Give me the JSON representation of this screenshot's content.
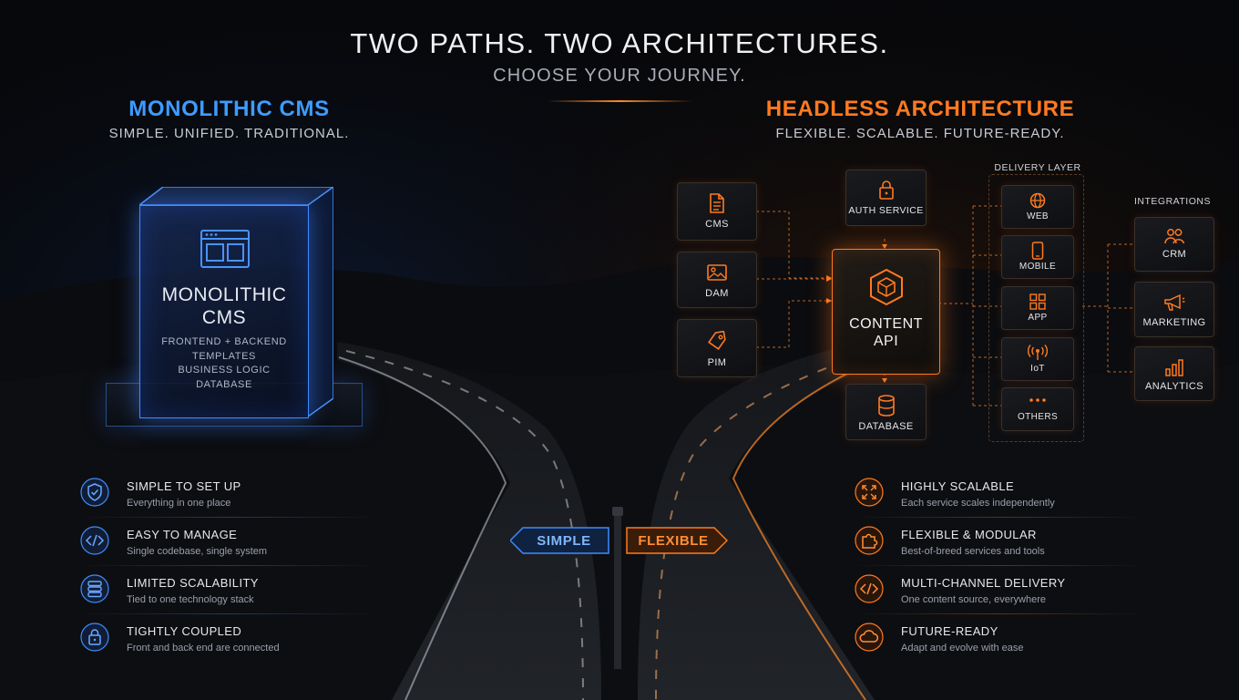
{
  "header": {
    "title": "TWO PATHS. TWO ARCHITECTURES.",
    "subtitle": "CHOOSE YOUR JOURNEY."
  },
  "left": {
    "title": "MONOLITHIC CMS",
    "subtitle": "SIMPLE. UNIFIED. TRADITIONAL.",
    "accent": "#3d9cff",
    "monolith": {
      "label_line1": "MONOLITHIC",
      "label_line2": "CMS",
      "layers": [
        "FRONTEND + BACKEND",
        "TEMPLATES",
        "BUSINESS LOGIC",
        "DATABASE"
      ]
    },
    "features": [
      {
        "icon": "shield-check-icon",
        "title": "SIMPLE TO SET UP",
        "desc": "Everything in one place"
      },
      {
        "icon": "code-icon",
        "title": "EASY TO MANAGE",
        "desc": "Single codebase, single system"
      },
      {
        "icon": "database-icon",
        "title": "LIMITED SCALABILITY",
        "desc": "Tied to one technology stack"
      },
      {
        "icon": "lock-icon",
        "title": "TIGHTLY COUPLED",
        "desc": "Front and back end are connected"
      }
    ]
  },
  "right": {
    "title": "HEADLESS ARCHITECTURE",
    "subtitle": "FLEXIBLE. SCALABLE. FUTURE-READY.",
    "accent": "#ff7a1f",
    "diagram": {
      "sources": [
        {
          "icon": "document-icon",
          "label": "CMS"
        },
        {
          "icon": "image-icon",
          "label": "DAM"
        },
        {
          "icon": "tag-icon",
          "label": "PIM"
        }
      ],
      "auth": {
        "icon": "lock-icon",
        "label": "AUTH SERVICE"
      },
      "api": {
        "icon": "cube-icon",
        "label_line1": "CONTENT",
        "label_line2": "API"
      },
      "database": {
        "icon": "database-icon",
        "label": "DATABASE"
      },
      "delivery_layer_label": "DELIVERY LAYER",
      "delivery": [
        {
          "icon": "globe-icon",
          "label": "WEB"
        },
        {
          "icon": "mobile-icon",
          "label": "MOBILE"
        },
        {
          "icon": "grid-icon",
          "label": "APP"
        },
        {
          "icon": "wireless-icon",
          "label": "IoT"
        },
        {
          "icon": "dots-icon",
          "label": "OTHERS"
        }
      ],
      "integrations_label": "INTEGRATIONS",
      "integrations": [
        {
          "icon": "people-icon",
          "label": "CRM"
        },
        {
          "icon": "megaphone-icon",
          "label": "MARKETING"
        },
        {
          "icon": "bar-chart-icon",
          "label": "ANALYTICS"
        }
      ]
    },
    "features": [
      {
        "icon": "expand-icon",
        "title": "HIGHLY SCALABLE",
        "desc": "Each service scales independently"
      },
      {
        "icon": "puzzle-icon",
        "title": "FLEXIBLE & MODULAR",
        "desc": "Best-of-breed services and tools"
      },
      {
        "icon": "code-icon",
        "title": "MULTI-CHANNEL DELIVERY",
        "desc": "One content source, everywhere"
      },
      {
        "icon": "cloud-icon",
        "title": "FUTURE-READY",
        "desc": "Adapt and evolve with ease"
      }
    ]
  },
  "signpost": {
    "left_label": "SIMPLE",
    "right_label": "FLEXIBLE"
  }
}
